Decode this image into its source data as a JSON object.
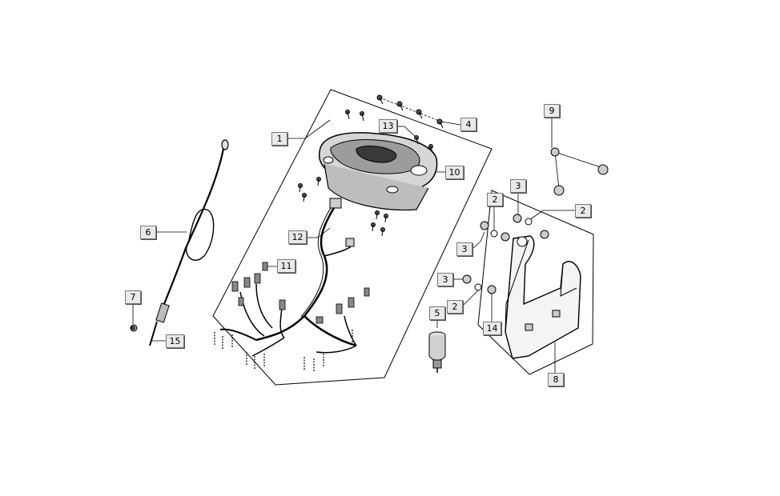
{
  "diagram": {
    "callouts": [
      {
        "id": "c1",
        "label": "1"
      },
      {
        "id": "c2a",
        "label": "2"
      },
      {
        "id": "c2b",
        "label": "2"
      },
      {
        "id": "c2c",
        "label": "2"
      },
      {
        "id": "c3a",
        "label": "3"
      },
      {
        "id": "c3b",
        "label": "3"
      },
      {
        "id": "c3c",
        "label": "3"
      },
      {
        "id": "c4",
        "label": "4"
      },
      {
        "id": "c5",
        "label": "5"
      },
      {
        "id": "c6",
        "label": "6"
      },
      {
        "id": "c7",
        "label": "7"
      },
      {
        "id": "c8",
        "label": "8"
      },
      {
        "id": "c9",
        "label": "9"
      },
      {
        "id": "c10",
        "label": "10"
      },
      {
        "id": "c11",
        "label": "11"
      },
      {
        "id": "c12",
        "label": "12"
      },
      {
        "id": "c13",
        "label": "13"
      },
      {
        "id": "c14",
        "label": "14"
      },
      {
        "id": "c15",
        "label": "15"
      }
    ]
  }
}
